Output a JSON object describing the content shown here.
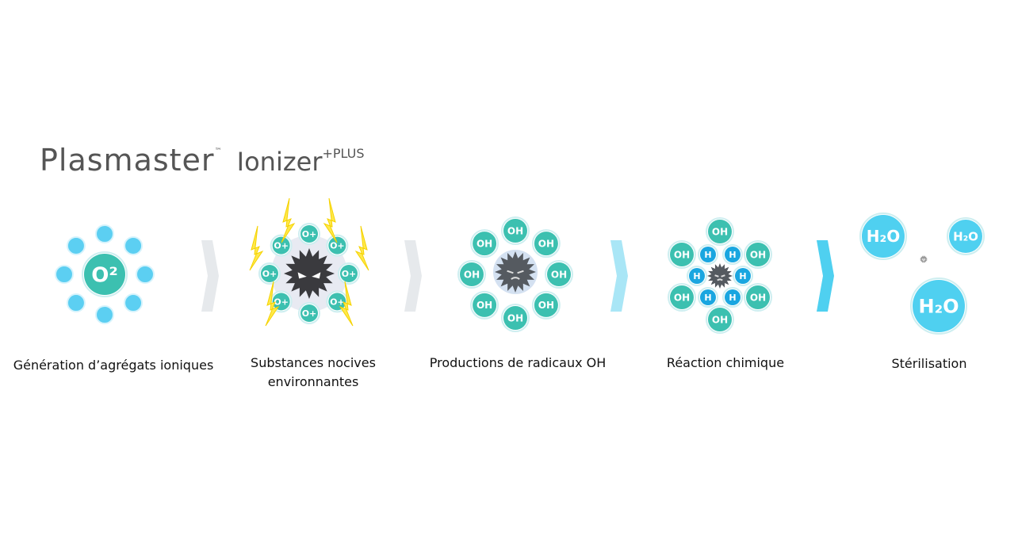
{
  "header": {
    "brand": "Plasmaster",
    "trademark": "™",
    "product": "Ionizer",
    "product_suffix": "+PLUS"
  },
  "steps": [
    {
      "label": "Génération d’agrégats ioniques",
      "icon": "oxygen-ion-cluster-icon",
      "center_text": "O²"
    },
    {
      "label_line1": "Substances nocives",
      "label_line2": "environnantes",
      "icon": "harmful-germ-attacked-icon",
      "ion_text": "O+"
    },
    {
      "label": "Productions de radicaux OH",
      "icon": "oh-radicals-icon",
      "ion_text": "OH"
    },
    {
      "label": "Réaction chimique",
      "icon": "chemical-reaction-icon",
      "ion_text": "OH",
      "h_text": "H"
    },
    {
      "label": "Stérilisation",
      "icon": "water-molecules-icon",
      "ion_text": "H₂O"
    }
  ],
  "colors": {
    "teal": "#3cc0b0",
    "light_blue": "#5ccff2",
    "cyan": "#4fd0f0",
    "arrow_gray": "#e6e9ec",
    "h_blue": "#1aa6e0",
    "germ": "#3a3a3e"
  }
}
